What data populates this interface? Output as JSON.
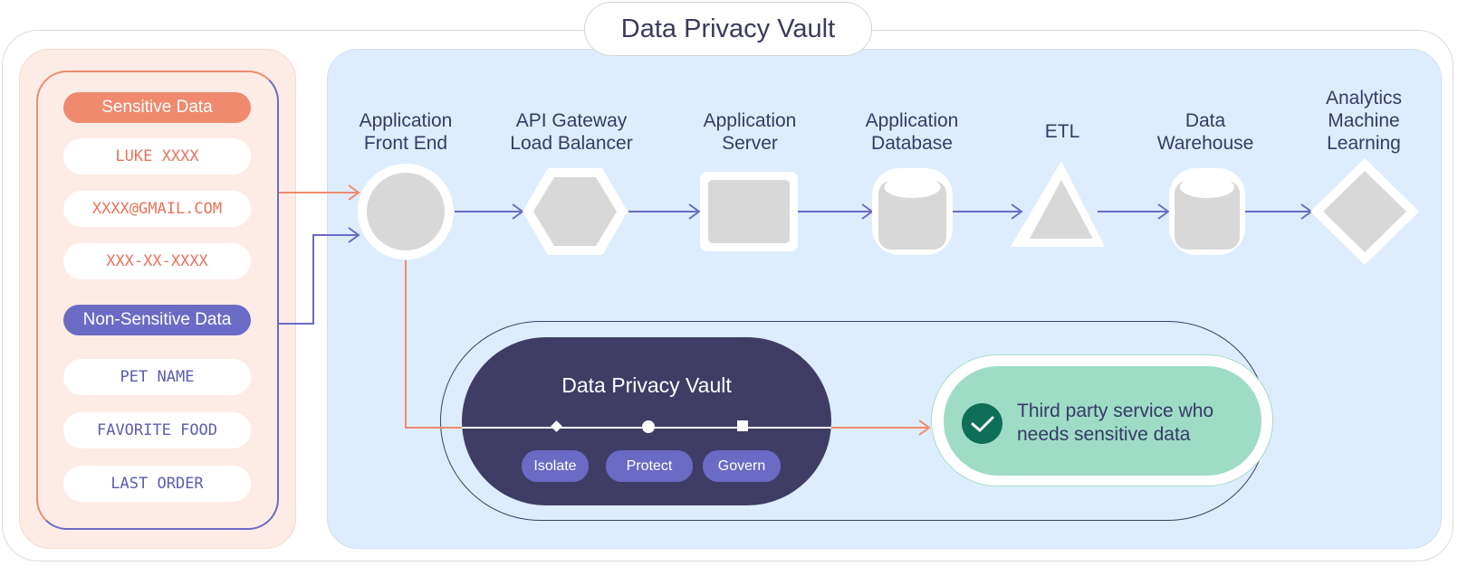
{
  "title": "Data Privacy Vault",
  "left_panel": {
    "sensitive": {
      "label": "Sensitive Data",
      "items": [
        "LUKE XXXX",
        "XXXX@GMAIL.COM",
        "XXX-XX-XXXX"
      ]
    },
    "non_sensitive": {
      "label": "Non-Sensitive Data",
      "items": [
        "PET NAME",
        "FAVORITE FOOD",
        "LAST ORDER"
      ]
    }
  },
  "pipeline": [
    {
      "label": "Application Front End",
      "line1": "Application",
      "line2": "Front End",
      "shape": "circle"
    },
    {
      "label": "API Gateway Load Balancer",
      "line1": "API Gateway",
      "line2": "Load Balancer",
      "shape": "hexagon"
    },
    {
      "label": "Application Server",
      "line1": "Application",
      "line2": "Server",
      "shape": "rectangle"
    },
    {
      "label": "Application Database",
      "line1": "Application",
      "line2": "Database",
      "shape": "cylinder"
    },
    {
      "label": "ETL",
      "line1": "ETL",
      "line2": "",
      "shape": "triangle"
    },
    {
      "label": "Data Warehouse",
      "line1": "Data",
      "line2": "Warehouse",
      "shape": "cylinder"
    },
    {
      "label": "Analytics Machine Learning",
      "line1": "Analytics",
      "line2": "Machine",
      "line3": "Learning",
      "shape": "diamond"
    }
  ],
  "vault": {
    "title": "Data Privacy Vault",
    "tags": [
      "Isolate",
      "Protect",
      "Govern"
    ]
  },
  "third_party": {
    "line1": "Third party service who",
    "line2": "needs sensitive data",
    "icon": "check-circle-icon"
  },
  "colors": {
    "sensitive": "#ef8a6f",
    "non_sensitive": "#6b6bc5",
    "vault": "#3f3c66",
    "third_party": "#9edcc6",
    "check": "#0e6e58"
  }
}
